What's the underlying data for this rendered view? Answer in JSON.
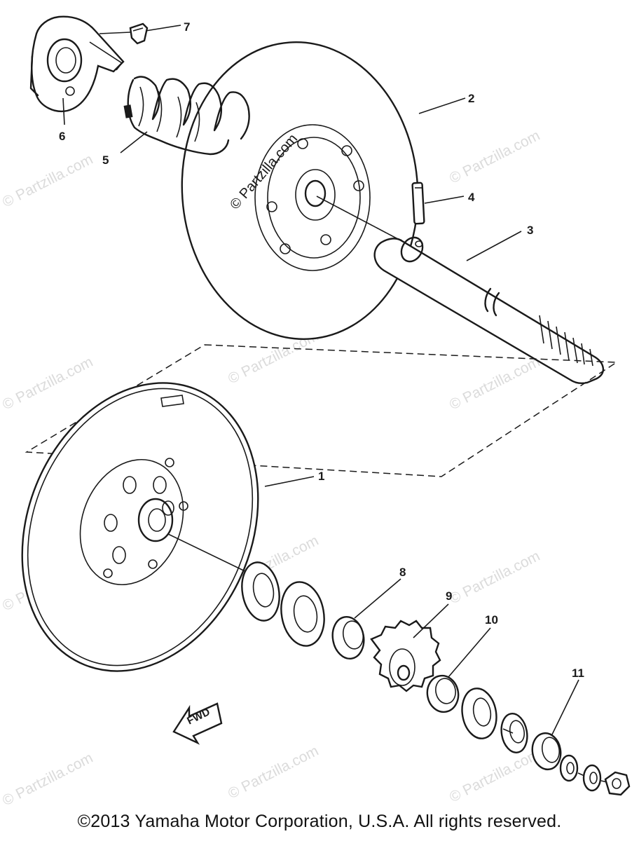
{
  "diagram": {
    "callouts": {
      "c1": "1",
      "c2": "2",
      "c3": "3",
      "c4": "4",
      "c5": "5",
      "c6": "6",
      "c7": "7",
      "c8": "8",
      "c9": "9",
      "c10": "10",
      "c11": "11"
    },
    "fwd_label": "FWD",
    "watermark_text": "© Partzilla.com",
    "center_watermark_text": "© Partzilla.com"
  },
  "footer": {
    "copyright": "©2013 Yamaha Motor Corporation, U.S.A. All rights reserved."
  }
}
